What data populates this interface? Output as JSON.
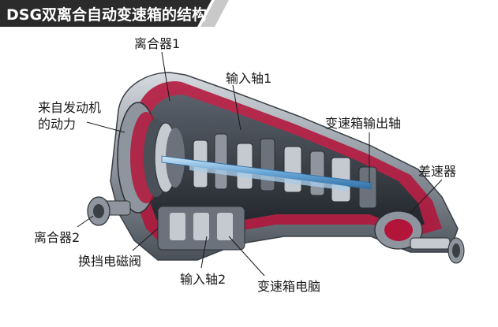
{
  "title": "DSG双离合自动变速箱的结构",
  "labels": {
    "clutch1": "离合器1",
    "input_shaft1": "输入轴1",
    "engine_power_line1": "来自发动机",
    "engine_power_line2": "的动力",
    "output_shaft": "变速箱输出轴",
    "differential": "差速器",
    "clutch2": "离合器2",
    "solenoid_valve": "换挡电磁阀",
    "input_shaft2": "输入轴2",
    "tcu": "变速箱电脑"
  },
  "colors": {
    "title_bg": "#2b2b2b",
    "title_accent": "#c9c9c9",
    "housing_red": "#b3153a",
    "metal_dark": "#3a3f46",
    "metal_light": "#c5cad1",
    "shaft_blue": "#6aa7d8"
  }
}
